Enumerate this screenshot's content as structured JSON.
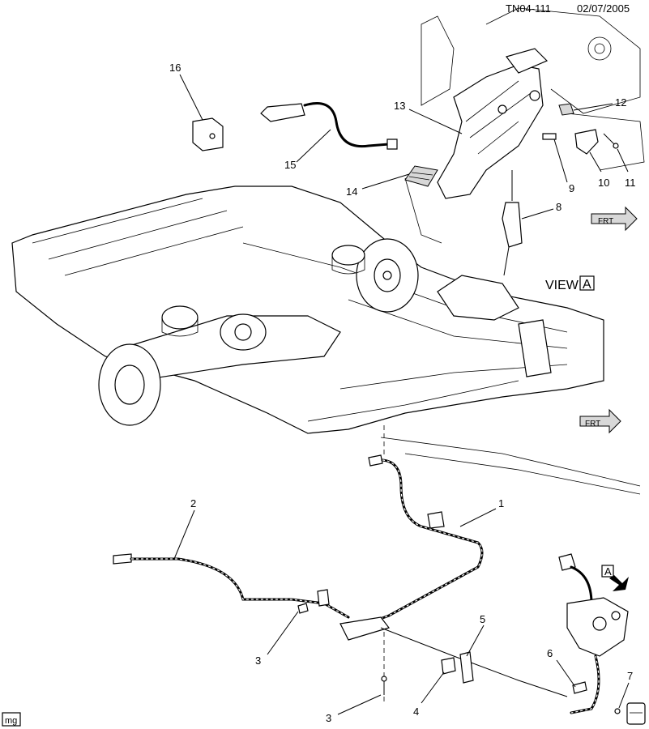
{
  "header": {
    "code": "TN04-111",
    "date": "02/07/2005"
  },
  "view_label": "VIEW",
  "view_box_letter": "A",
  "arrow_letter": "A",
  "front_labels": {
    "upper": "FRT",
    "lower": "FRT"
  },
  "corner_tag": "mg",
  "callouts": [
    "1",
    "2",
    "3",
    "3",
    "4",
    "5",
    "6",
    "7",
    "8",
    "9",
    "10",
    "11",
    "12",
    "13",
    "14",
    "15",
    "16"
  ]
}
